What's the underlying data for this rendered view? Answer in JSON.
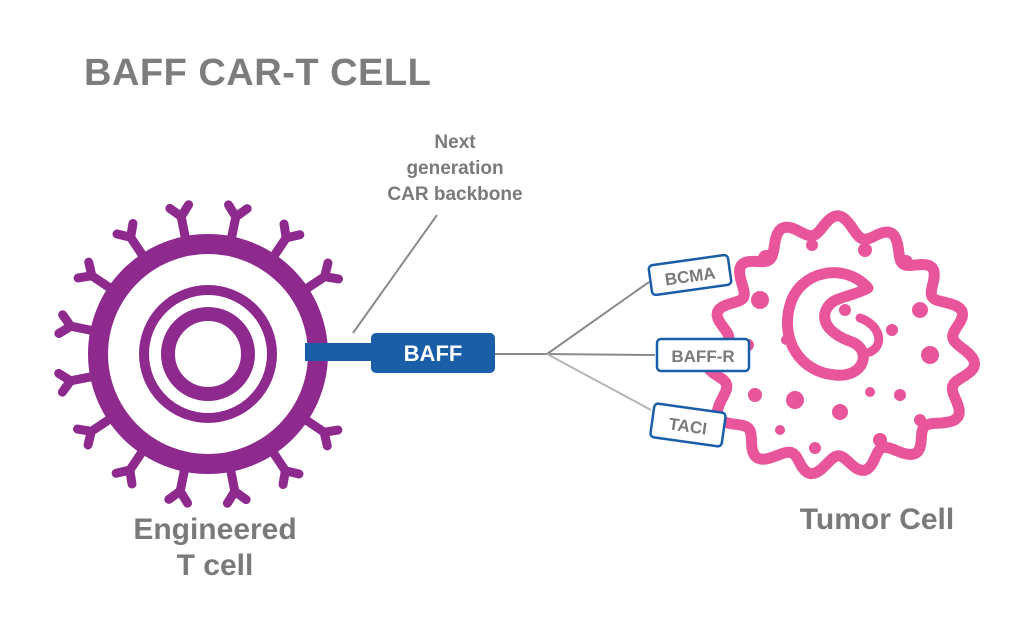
{
  "title": "BAFF CAR-T CELL",
  "callout": {
    "lines": [
      "Next",
      "generation",
      "CAR backbone"
    ]
  },
  "car_domain_label": "BAFF",
  "receptors": [
    "BCMA",
    "BAFF-R",
    "TACI"
  ],
  "engineered_cell_label": {
    "line1": "Engineered",
    "line2": "T cell"
  },
  "tumor_cell_label": "Tumor Cell",
  "colors": {
    "title_gray": "#7d7d7d",
    "tcell_purple": "#8e2a8e",
    "car_blue": "#1a5ea8",
    "tumor_pink": "#e8559b",
    "line_gray": "#8a8a8a"
  }
}
